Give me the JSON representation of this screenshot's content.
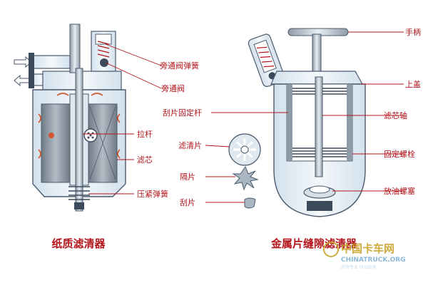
{
  "left_filter": {
    "caption": "纸质滤清器",
    "labels": {
      "bypass_spring": "旁通阀弹簧",
      "bypass_valve": "旁通阀",
      "rod": "拉杆",
      "element": "滤芯",
      "press_spring": "压紧弹簧"
    }
  },
  "right_filter": {
    "caption": "金属片缝隙滤清器",
    "labels": {
      "handle": "手柄",
      "fixed_rod": "刮片固定杆",
      "top_cover": "上盖",
      "core_shaft": "滤芯轴",
      "filter_disc": "滤清片",
      "spacer": "隔片",
      "fix_bolt": "固定螺栓",
      "scraper": "刮片",
      "drain_plug": "放油螺塞"
    }
  },
  "watermark": {
    "title": "中国卡车网",
    "site": "CHINATRUCK.ORG",
    "tagline": "因为专业  所以出色"
  },
  "colors": {
    "label": "#b3141b",
    "body_outline": "#4a5b6e",
    "body_fill": "#e9f2f9",
    "element_fill": "#8d97a1",
    "arrow": "#d2562e"
  }
}
